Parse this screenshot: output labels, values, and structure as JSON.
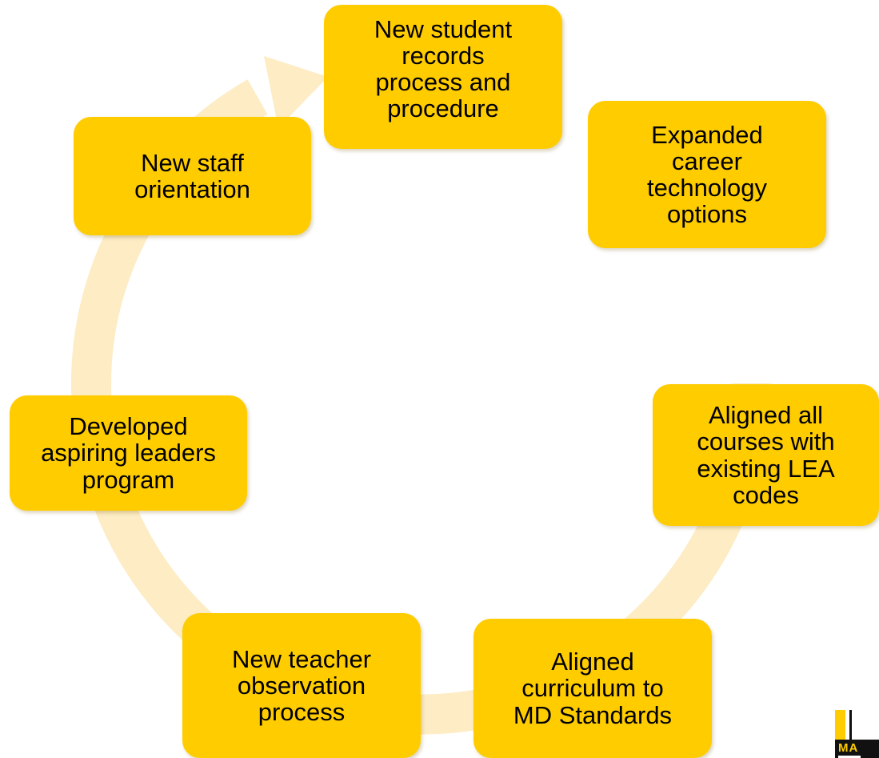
{
  "diagram": {
    "type": "cycle",
    "nodes": [
      {
        "id": "n1",
        "label": "New student\nrecords\nprocess and\nprocedure"
      },
      {
        "id": "n2",
        "label": "Expanded\ncareer\ntechnology\noptions"
      },
      {
        "id": "n3",
        "label": "Aligned all\ncourses with\nexisting LEA\ncodes"
      },
      {
        "id": "n4",
        "label": "Aligned\ncurriculum to\nMD Standards"
      },
      {
        "id": "n5",
        "label": "New teacher\nobservation\nprocess"
      },
      {
        "id": "n6",
        "label": "Developed\naspiring leaders\nprogram"
      },
      {
        "id": "n7",
        "label": "New staff\norientation"
      }
    ],
    "colors": {
      "node_fill": "#ffcc00",
      "ring_fill": "#fdecc4",
      "text": "#000000"
    }
  },
  "logo": {
    "text": "MA"
  }
}
